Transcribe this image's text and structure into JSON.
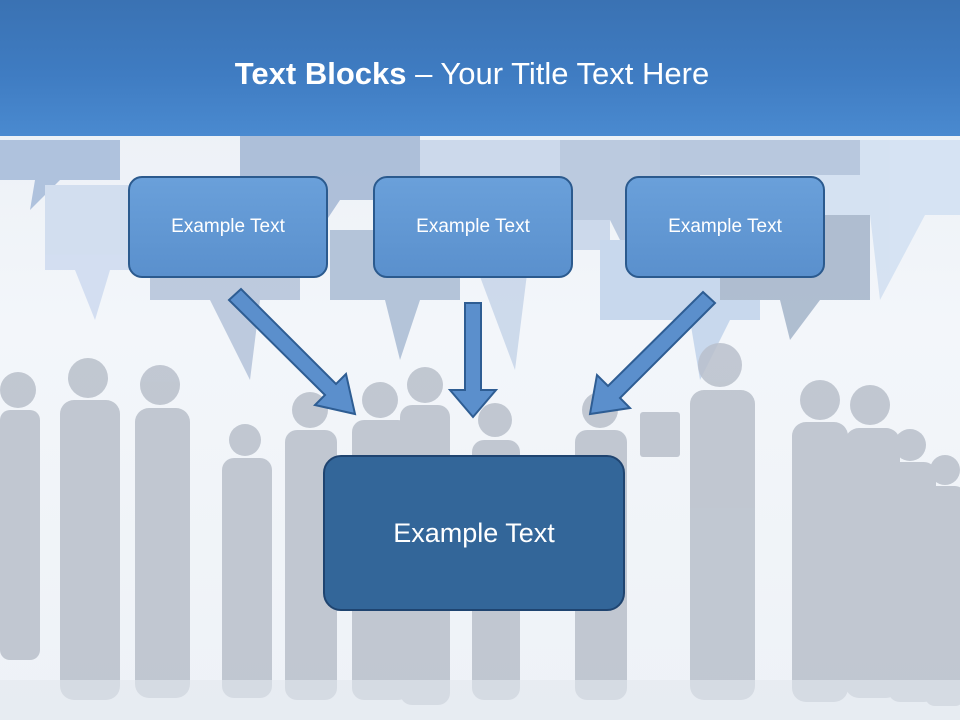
{
  "slide": {
    "title_bold": "Text Blocks",
    "title_rest": " – Your Title Text Here",
    "blocks": [
      "Example Text",
      "Example Text",
      "Example Text"
    ],
    "main_block": "Example Text"
  },
  "colors": {
    "header": "#3f7cc2",
    "small_box_fill": "#5f95d1",
    "main_box_fill": "#336699",
    "arrow_fill": "#5b8fcc"
  },
  "icons": [
    "speech-bubbles-background",
    "people-silhouettes-background",
    "arrow-down-icon"
  ]
}
